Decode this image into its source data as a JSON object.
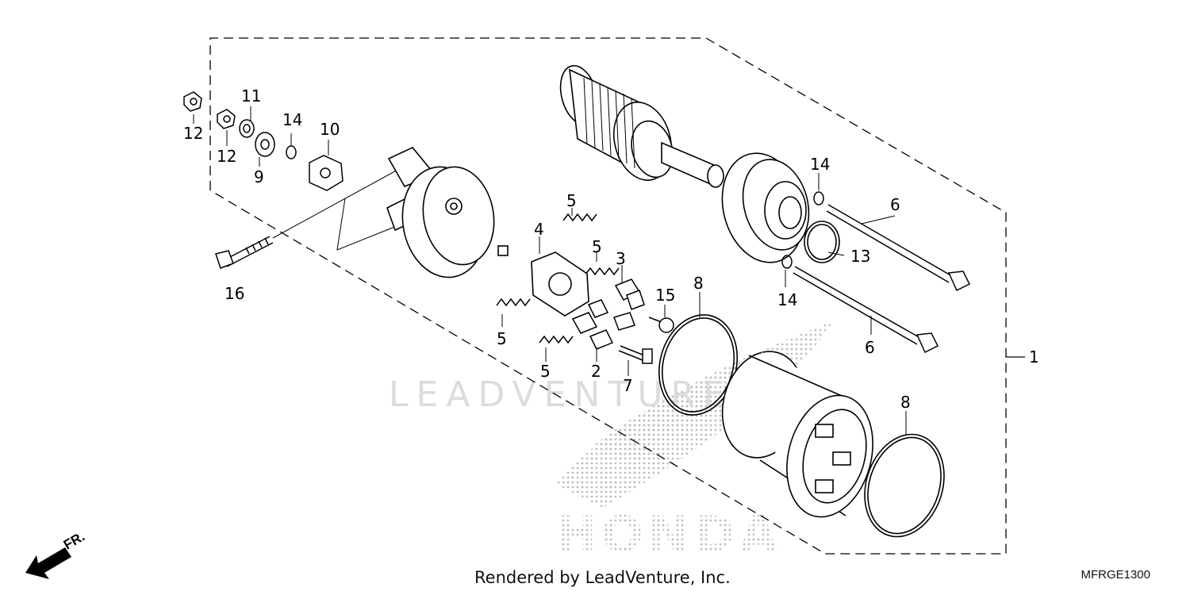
{
  "diagram": {
    "callouts": [
      "1",
      "2",
      "3",
      "4",
      "5",
      "5",
      "5",
      "5",
      "6",
      "6",
      "7",
      "8",
      "8",
      "9",
      "10",
      "11",
      "12",
      "12",
      "13",
      "14",
      "14",
      "14",
      "15",
      "16"
    ]
  },
  "watermark": {
    "text": "LEADVENTURE",
    "brand_text": "HONDA"
  },
  "orientation": {
    "label": "FR."
  },
  "footer": {
    "credit": "Rendered by LeadVenture, Inc.",
    "diagram_code": "MFRGE1300"
  },
  "colors": {
    "line": "#000000",
    "watermark": "#d9d9d9"
  }
}
